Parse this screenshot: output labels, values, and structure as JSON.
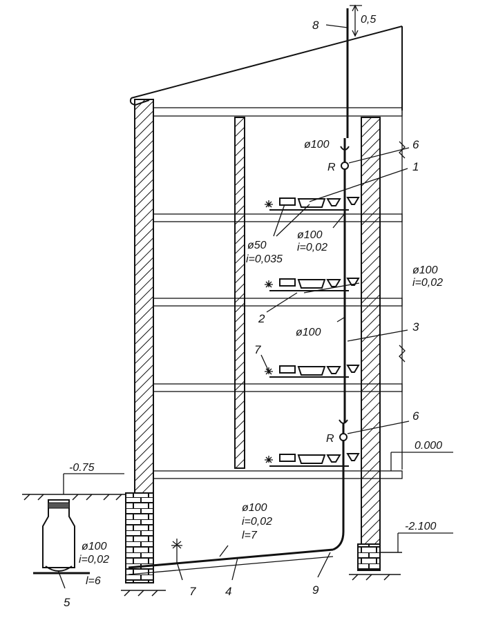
{
  "labels": {
    "n1": "1",
    "n2": "2",
    "n3": "3",
    "n4": "4",
    "n5": "5",
    "n6a": "6",
    "n6b": "6",
    "n7a": "7",
    "n7b": "7",
    "n8": "8",
    "n9": "9",
    "vent_ext": "0,5",
    "d100_top": "ø100",
    "rev_a": "R",
    "rev_b": "R",
    "d50": "ø50",
    "i035": "i=0,035",
    "d100_f4": "ø100",
    "i02_f4": "i=0,02",
    "d100_right": "ø100",
    "i02_right": "i=0,02",
    "d100_mid": "ø100",
    "lvl_ground": "-0.75",
    "lvl_floor": "0.000",
    "lvl_base": "-2.100",
    "d100_out": "ø100",
    "i02_out": "i=0,02",
    "l7": "l=7",
    "d100_well": "ø100",
    "i02_well": "i=0,02",
    "l6": "l=6"
  }
}
